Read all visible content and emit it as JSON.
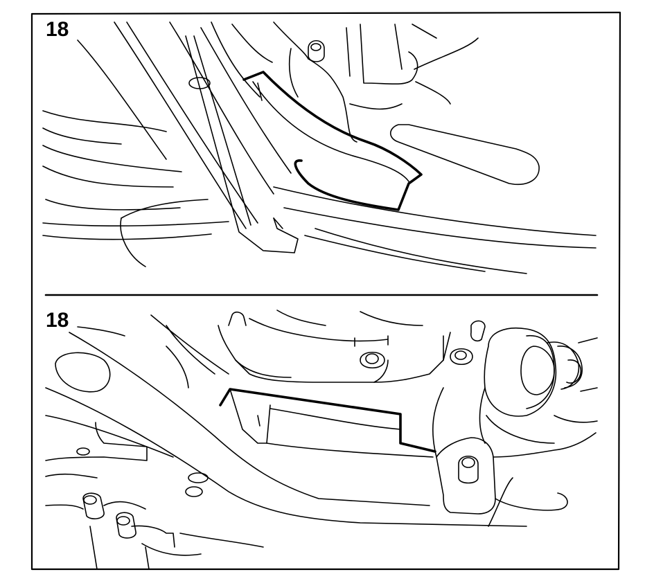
{
  "panels": [
    {
      "id": "top",
      "label": "18"
    },
    {
      "id": "bottom",
      "label": "18"
    }
  ],
  "colors": {
    "line": "#000000",
    "background": "#ffffff"
  }
}
